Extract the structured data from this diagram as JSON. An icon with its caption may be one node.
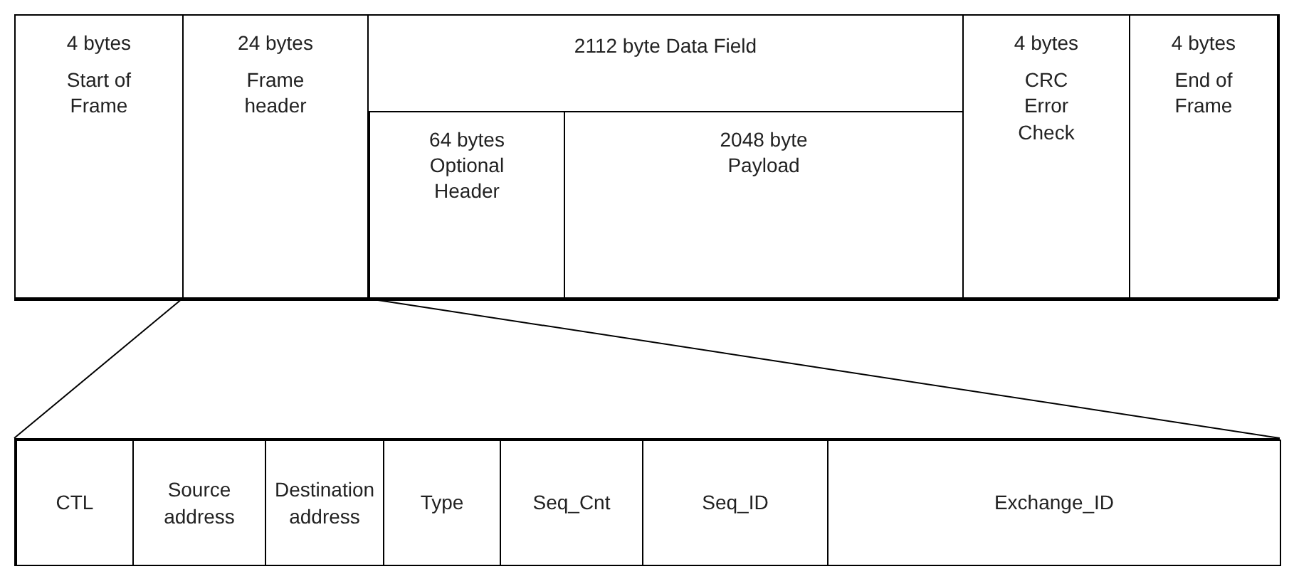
{
  "diagram": {
    "nodes": [
      {
        "text": [
          "4 bytes",
          "Start of Frame"
        ]
      },
      {
        "text": [
          "24 bytes",
          "Frame header"
        ]
      },
      {
        "text": [
          "2112 byte Data Field"
        ]
      },
      {
        "text": [
          "64 bytes Optional Header"
        ],
        "in": 2
      },
      {
        "text": [
          "2048 byte Payload"
        ],
        "in": 2
      },
      {
        "text": [
          "4 bytes",
          "CRC Error Check"
        ]
      },
      {
        "text": [
          "4 bytes",
          "End of Frame"
        ]
      },
      {
        "text": [],
        "shape": "box"
      },
      {
        "text": [
          "CTL"
        ],
        "in": 7
      },
      {
        "text": [
          "Source address"
        ],
        "in": 7
      },
      {
        "text": [
          "Destination address"
        ],
        "in": 7
      },
      {
        "text": [
          "Type"
        ],
        "in": 7
      },
      {
        "text": [
          "Seq_Cnt"
        ],
        "in": 7
      },
      {
        "text": [
          "Seq_ID"
        ],
        "in": 7
      },
      {
        "text": [
          "Exchange_ID"
        ],
        "in": 7
      }
    ],
    "edges": [
      {
        "from": 1,
        "to": 7,
        "arrow": "none"
      },
      {
        "from": 1,
        "to": 7,
        "arrow": "none"
      }
    ]
  }
}
